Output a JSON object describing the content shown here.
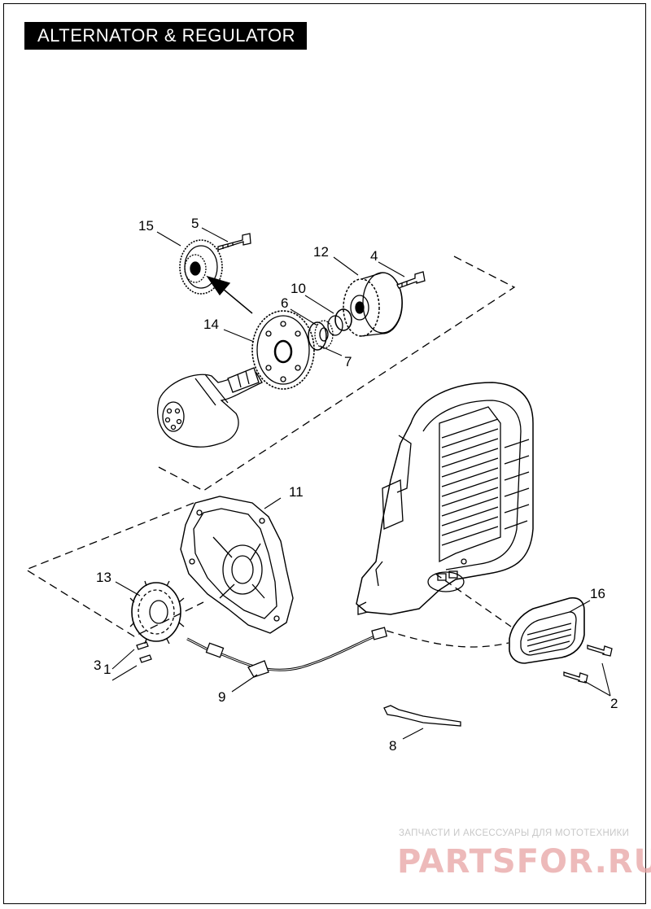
{
  "title": "ALTERNATOR & REGULATOR",
  "callouts": [
    {
      "id": "c1",
      "label": "1"
    },
    {
      "id": "c2",
      "label": "2"
    },
    {
      "id": "c3",
      "label": "3"
    },
    {
      "id": "c4",
      "label": "4"
    },
    {
      "id": "c5",
      "label": "5"
    },
    {
      "id": "c6",
      "label": "6"
    },
    {
      "id": "c7",
      "label": "7"
    },
    {
      "id": "c8",
      "label": "8"
    },
    {
      "id": "c9",
      "label": "9"
    },
    {
      "id": "c10",
      "label": "10"
    },
    {
      "id": "c11",
      "label": "11"
    },
    {
      "id": "c12",
      "label": "12"
    },
    {
      "id": "c13",
      "label": "13"
    },
    {
      "id": "c14",
      "label": "14"
    },
    {
      "id": "c15",
      "label": "15"
    },
    {
      "id": "c16",
      "label": "16"
    }
  ],
  "watermark": {
    "caption": "ЗАПЧАСТИ И АКСЕССУАРЫ ДЛЯ МОТОТЕХНИКИ",
    "logo": "PARTSFOR.RU"
  }
}
